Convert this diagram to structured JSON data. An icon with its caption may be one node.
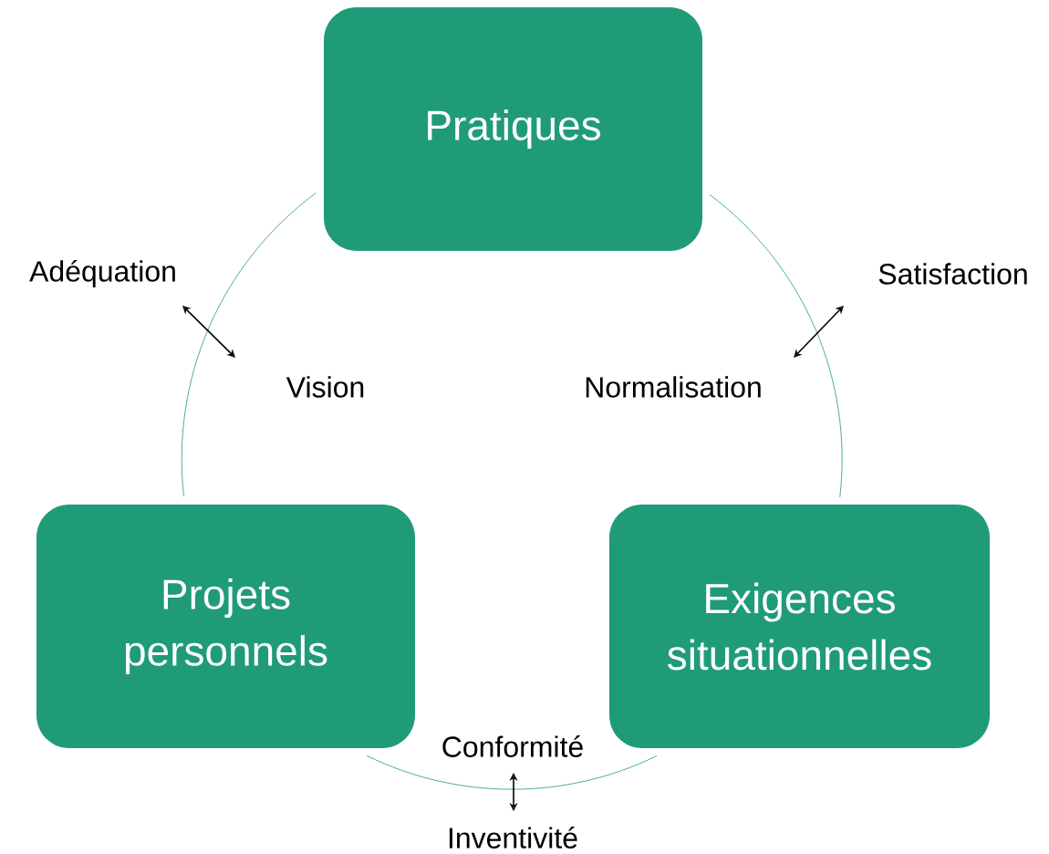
{
  "diagram": {
    "nodes": [
      {
        "text": [
          "Pratiques"
        ]
      },
      {
        "text": [
          "Projets personnels"
        ]
      },
      {
        "text": [
          "Exigences situationnelles"
        ]
      }
    ],
    "edges": [
      {
        "from": 0,
        "to": 1,
        "arrow": "none"
      },
      {
        "from": 0,
        "to": 2,
        "arrow": "none"
      },
      {
        "from": 1,
        "to": 2,
        "arrow": "none"
      }
    ],
    "labels": [
      "Adéquation",
      "Satisfaction",
      "Vision",
      "Normalisation",
      "Conformité",
      "Inventivité"
    ]
  }
}
